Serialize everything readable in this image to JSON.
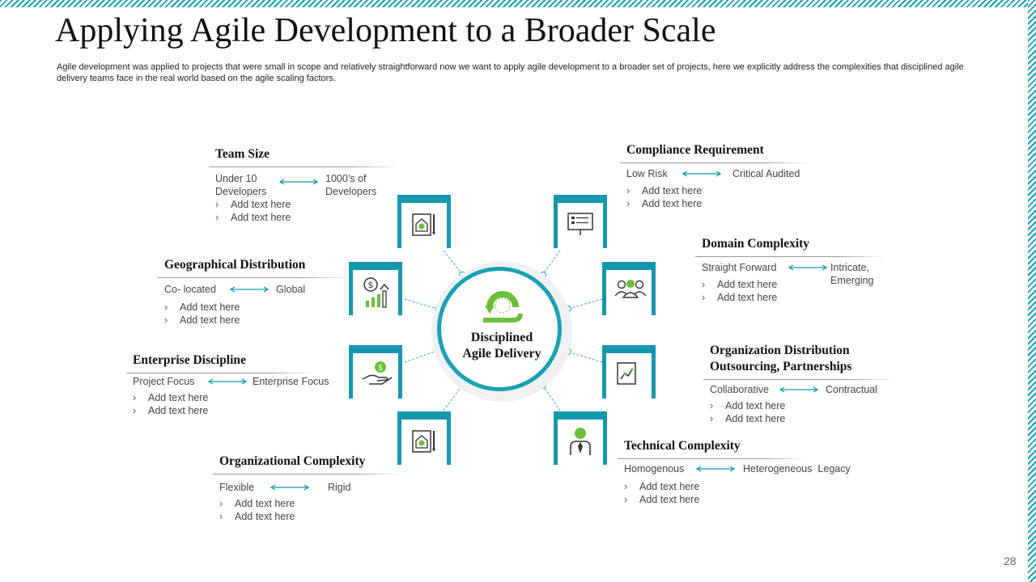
{
  "slide": {
    "title": "Applying Agile Development to a Broader Scale",
    "subtitle": "Agile development was applied to projects that were small in scope and relatively straightforward now we want to apply agile development to a broader set of projects, here we explicitly address the complexities that disciplined agile delivery teams face in the real world based on the agile scaling factors.",
    "page_number": "28"
  },
  "center": {
    "line1": "Disciplined",
    "line2": "Agile Delivery",
    "icon": "agile-cycle-icon"
  },
  "colors": {
    "accent": "#1597ad",
    "icon_green": "#6bbf3a",
    "connector": "#3fa7c0"
  },
  "factors": {
    "team_size": {
      "title": "Team Size",
      "left": "Under  10\nDevelopers",
      "right": "1000’s  of\nDevelopers",
      "bullets": [
        "Add text here",
        "Add text here"
      ],
      "icon": "building-plan-icon"
    },
    "geographical": {
      "title": "Geographical Distribution",
      "left": "Co- located",
      "right": "Global",
      "bullets": [
        "Add text here",
        "Add text here"
      ],
      "icon": "money-growth-icon"
    },
    "enterprise": {
      "title": "Enterprise Discipline",
      "left": "Project Focus",
      "right": "Enterprise Focus",
      "bullets": [
        "Add text here",
        "Add text here"
      ],
      "icon": "hand-coin-icon"
    },
    "organizational": {
      "title": "Organizational Complexity",
      "left": "Flexible",
      "right": "Rigid",
      "bullets": [
        "Add text here",
        "Add text here"
      ],
      "icon": "building-plan-icon"
    },
    "compliance": {
      "title": "Compliance Requirement",
      "left": "Low Risk",
      "right": "Critical Audited",
      "bullets": [
        "Add text here",
        "Add text here"
      ],
      "icon": "presentation-board-icon"
    },
    "domain": {
      "title": "Domain Complexity",
      "left": "Straight Forward",
      "right": "Intricate,\nEmerging",
      "bullets": [
        "Add text here",
        "Add text here"
      ],
      "icon": "team-icon"
    },
    "org_distribution": {
      "title_line1": "Organization Distribution",
      "title_line2": "Outsourcing, Partnerships",
      "left": "Collaborative",
      "right": "Contractual",
      "bullets": [
        "Add text here",
        "Add text here"
      ],
      "icon": "chart-document-icon"
    },
    "technical": {
      "title": "Technical Complexity",
      "left": "Homogenous",
      "right": "Heterogeneous  Legacy",
      "bullets": [
        "Add text here",
        "Add text here"
      ],
      "icon": "businessman-icon"
    }
  }
}
